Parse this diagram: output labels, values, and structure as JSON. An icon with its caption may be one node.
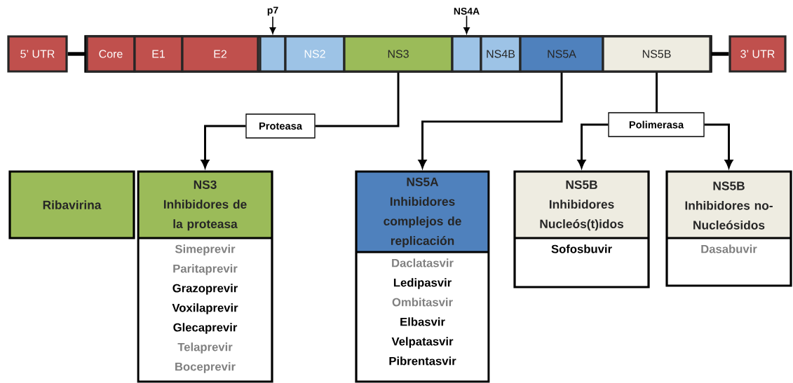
{
  "diagram": {
    "nodes": [
      {
        "text": [
          "5’ UTR"
        ]
      },
      {
        "text": [
          "Core"
        ]
      },
      {
        "text": [
          "E1"
        ]
      },
      {
        "text": [
          "E2"
        ]
      },
      {
        "text": [
          "p7"
        ]
      },
      {
        "text": [],
        "shape": "box"
      },
      {
        "text": [
          "NS2"
        ]
      },
      {
        "text": [
          "NS3"
        ]
      },
      {
        "text": [
          "NS4A"
        ]
      },
      {
        "text": [],
        "shape": "box"
      },
      {
        "text": [
          "NS4B"
        ]
      },
      {
        "text": [
          "NS5A"
        ]
      },
      {
        "text": [
          "NS5B"
        ]
      },
      {
        "text": [
          "3’ UTR"
        ]
      },
      {
        "text": [
          "Proteasa"
        ]
      },
      {
        "text": [
          "Polimerasa"
        ]
      },
      {
        "text": [
          "Ribavirina"
        ]
      },
      {
        "text": [
          "NS3",
          "Inhibidores de la proteasa",
          "Simeprevir",
          "Paritaprevir",
          "Grazoprevir",
          "Voxilaprevir",
          "Glecaprevir",
          "Telaprevir",
          "Boceprevir"
        ]
      },
      {
        "text": [
          "NS5A",
          "Inhibidores complejos de replicación",
          "Daclatasvir",
          "Ledipasvir",
          "Ombitasvir",
          "Elbasvir",
          "Velpatasvir",
          "Pibrentasvir"
        ]
      },
      {
        "text": [
          "NS5B",
          "Inhibidores Nucleós(t)idos",
          "Sofosbuvir"
        ]
      },
      {
        "text": [
          "NS5B",
          "Inhibidores no-Nucleósidos",
          "Dasabuvir"
        ]
      }
    ],
    "edges": [
      {
        "from": 0,
        "to": 1,
        "arrow": "none",
        "style": "thick"
      },
      {
        "from": 12,
        "to": 13,
        "arrow": "none",
        "style": "thick"
      },
      {
        "from": 4,
        "to": 5,
        "arrow": "to"
      },
      {
        "from": 8,
        "to": 9,
        "arrow": "to"
      },
      {
        "from": 7,
        "to": 14,
        "arrow": "none"
      },
      {
        "from": 14,
        "to": 17,
        "arrow": "to"
      },
      {
        "from": 11,
        "to": 18,
        "arrow": "to"
      },
      {
        "from": 12,
        "to": 15,
        "arrow": "none"
      },
      {
        "from": 15,
        "to": 19,
        "arrow": "to"
      },
      {
        "from": 15,
        "to": 20,
        "arrow": "to"
      }
    ]
  }
}
